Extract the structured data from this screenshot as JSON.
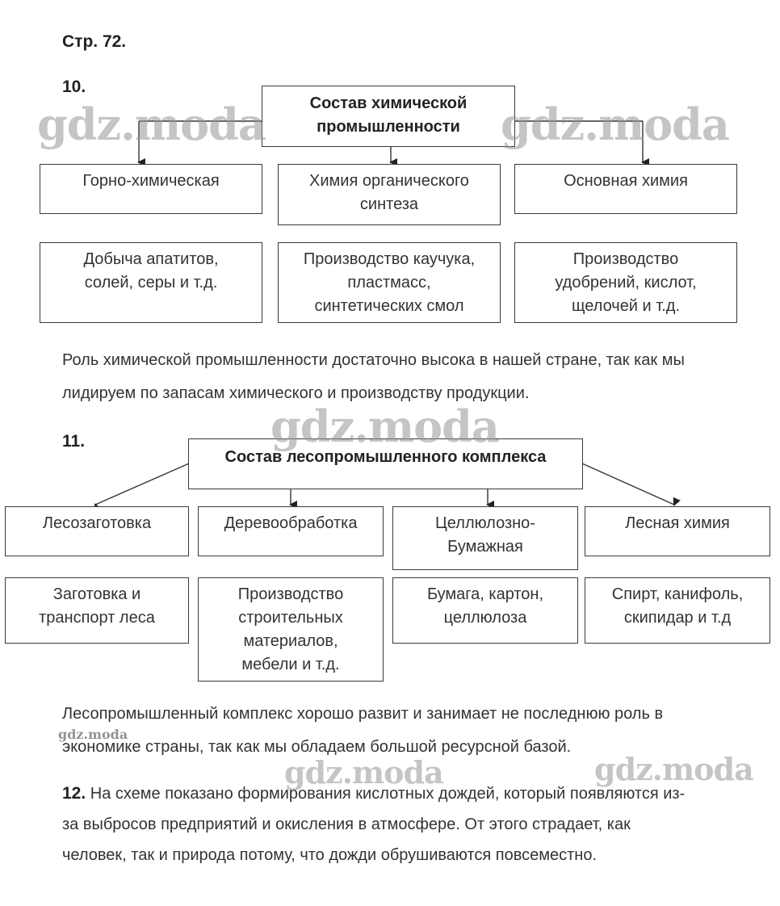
{
  "page_label": "Стр. 72.",
  "ex10": {
    "number": "10.",
    "root": [
      "Состав химической",
      "промышленности"
    ],
    "categories": [
      [
        "Горно-химическая"
      ],
      [
        "Химия органического",
        "синтеза"
      ],
      [
        "Основная химия"
      ]
    ],
    "details": [
      [
        "Добыча апатитов,",
        "солей, серы и т.д."
      ],
      [
        "Производство каучука,",
        "пластмасс,",
        "синтетических смол"
      ],
      [
        "Производство",
        "удобрений, кислот,",
        "щелочей и т.д."
      ]
    ],
    "text_lines": [
      "Роль химической промышленности достаточно высока в нашей стране, так как мы",
      "лидируем по запасам химического и производству продукции."
    ]
  },
  "ex11": {
    "number": "11.",
    "root": [
      "Состав лесопромышленного комплекса"
    ],
    "categories": [
      [
        "Лесозаготовка"
      ],
      [
        "Деревообработка"
      ],
      [
        "Целлюлозно-",
        "Бумажная"
      ],
      [
        "Лесная химия"
      ]
    ],
    "details": [
      [
        "Заготовка и",
        "транспорт леса"
      ],
      [
        "Производство",
        "строительных",
        "материалов,",
        "мебели и т.д."
      ],
      [
        "Бумага, картон,",
        "целлюлоза"
      ],
      [
        "Спирт, канифоль,",
        "скипидар и т.д"
      ]
    ],
    "text_lines": [
      "Лесопромышленный комплекс хорошо развит и занимает не последнюю роль в",
      "экономике страны, так как мы обладаем большой ресурсной базой."
    ]
  },
  "ex12": {
    "number": "12.",
    "text_lines": [
      "На схеме показано формирования кислотных дождей, который появляются из-",
      "за выбросов предприятий и окисления в атмосфере. От этого страдает, как",
      "человек, так и природа потому, что дожди обрушиваются повсеместно."
    ]
  },
  "watermark": "gdz.moda"
}
